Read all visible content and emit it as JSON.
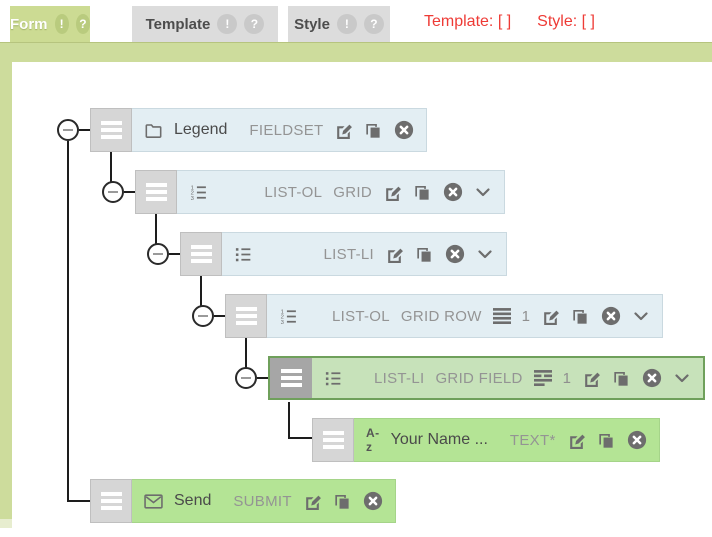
{
  "tabs": {
    "form": {
      "label": "Form",
      "alert": "!",
      "help": "?"
    },
    "template": {
      "label": "Template",
      "alert": "!",
      "help": "?"
    },
    "style": {
      "label": "Style",
      "alert": "!",
      "help": "?"
    }
  },
  "statusbar": {
    "template": "Template: [  ]",
    "style": "Style: [  ]"
  },
  "tree": {
    "rows": [
      {
        "name": "Legend",
        "type": "FIELDSET"
      },
      {
        "type": "LIST-OL",
        "subtype": "GRID"
      },
      {
        "type": "LIST-LI"
      },
      {
        "type": "LIST-OL",
        "subtype": "GRID ROW",
        "count": "1"
      },
      {
        "type": "LIST-LI",
        "subtype": "GRID FIELD",
        "count": "1"
      },
      {
        "icon_label": "A-z",
        "name": "Your Name ...",
        "type": "TEXT*"
      },
      {
        "name": "Send",
        "type": "SUBMIT"
      }
    ]
  },
  "colors": {
    "accent_green": "#cddc9c",
    "active_tab": "#ccdb93",
    "row_blue": "#e3eef3",
    "row_green": "#b4e495",
    "selected_row_green": "#c7e2ba",
    "selected_border": "#6fa05b",
    "status_red": "#ee3b36",
    "icon_gray": "#6d6d6d"
  }
}
